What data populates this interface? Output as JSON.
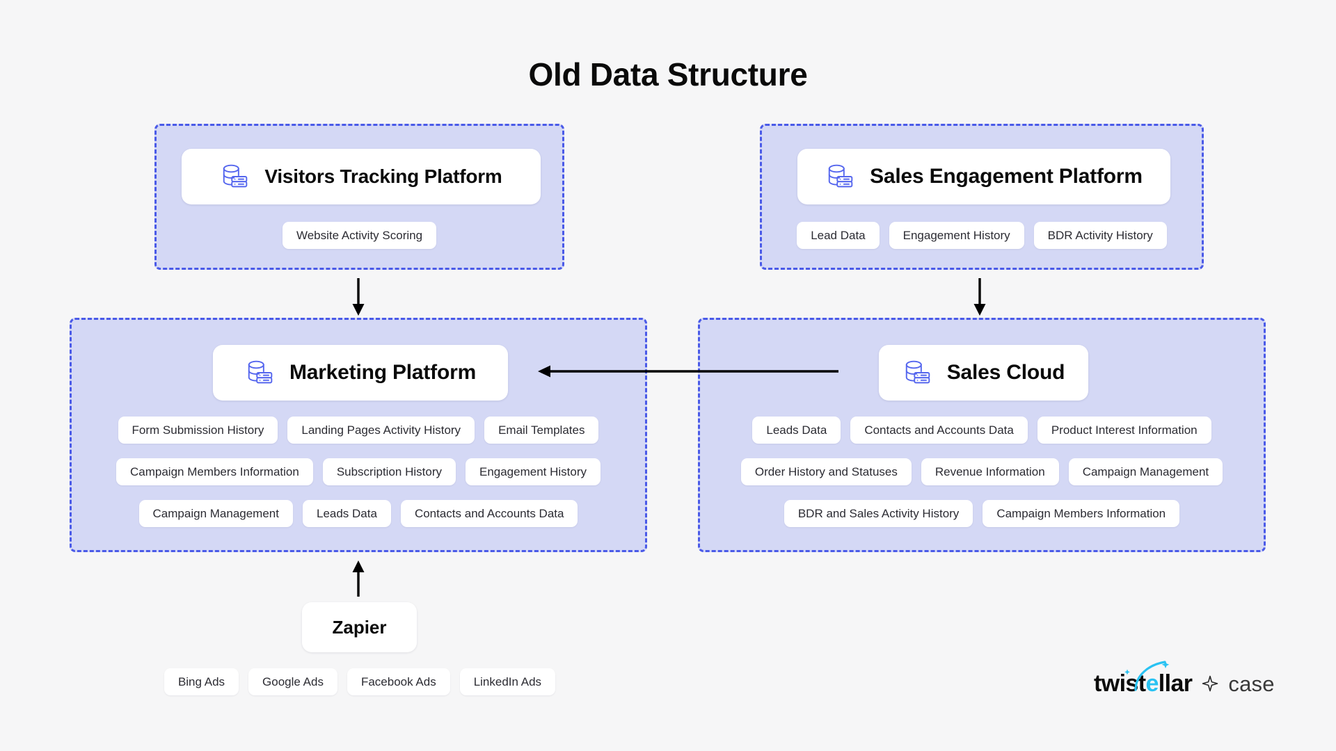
{
  "page": {
    "title": "Old Data Structure",
    "background_color": "#f6f6f7",
    "group_fill_color": "#d4d8f5",
    "group_border_color": "#4a5ae8",
    "icon_color": "#5566ee",
    "accent_cyan": "#29c2f2"
  },
  "groups": {
    "visitors_tracking": {
      "header": {
        "label": "Visitors Tracking Platform",
        "icon": "database-icon"
      },
      "pills": [
        "Website Activity Scoring"
      ]
    },
    "sales_engagement": {
      "header": {
        "label": "Sales Engagement Platform",
        "icon": "database-icon"
      },
      "pills": [
        "Lead Data",
        "Engagement History",
        "BDR Activity History"
      ]
    },
    "marketing_platform": {
      "header": {
        "label": "Marketing Platform",
        "icon": "database-icon"
      },
      "pill_rows": [
        [
          "Form Submission History",
          "Landing Pages Activity History",
          "Email Templates"
        ],
        [
          "Campaign Members Information",
          "Subscription History",
          "Engagement History"
        ],
        [
          "Campaign Management",
          "Leads Data",
          "Contacts and Accounts Data"
        ]
      ]
    },
    "sales_cloud": {
      "header": {
        "label": "Sales Cloud",
        "icon": "database-icon"
      },
      "pill_rows": [
        [
          "Leads Data",
          "Contacts and Accounts Data",
          "Product Interest Information"
        ],
        [
          "Order History and Statuses",
          "Revenue Information",
          "Campaign Management"
        ],
        [
          "BDR and Sales Activity History",
          "Campaign Members Information"
        ]
      ]
    }
  },
  "zapier": {
    "label": "Zapier",
    "sources": [
      "Bing Ads",
      "Google Ads",
      "Facebook Ads",
      "LinkedIn Ads"
    ]
  },
  "arrows": {
    "visitors_to_marketing": "arrow-down-icon",
    "engagement_to_salescloud": "arrow-down-icon",
    "salescloud_to_marketing": "arrow-left-icon",
    "zapier_to_marketing": "arrow-up-icon"
  },
  "logo": {
    "brand_part1": "twist",
    "brand_part2": "e",
    "brand_part3": "llar",
    "separator": "star-icon",
    "suffix": "case"
  }
}
